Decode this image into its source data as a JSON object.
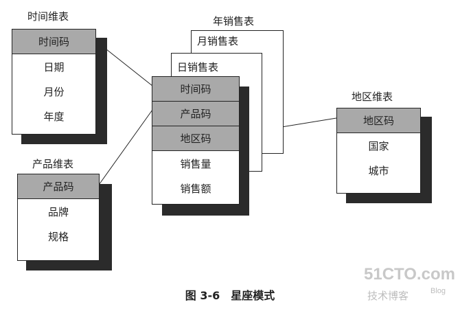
{
  "time_dim": {
    "title": "时间维表",
    "key": "时间码",
    "rows": [
      "日期",
      "月份",
      "年度"
    ]
  },
  "product_dim": {
    "title": "产品维表",
    "key": "产品码",
    "rows": [
      "品牌",
      "规格"
    ]
  },
  "region_dim": {
    "title": "地区维表",
    "key": "地区码",
    "rows": [
      "国家",
      "城市"
    ]
  },
  "fact_stack": {
    "year_title": "年销售表",
    "month_title": "月销售表",
    "day_title": "日销售表",
    "keys": [
      "时间码",
      "产品码",
      "地区码"
    ],
    "measures": [
      "销售量",
      "销售额"
    ]
  },
  "caption": "图 3-6　星座模式",
  "watermark": {
    "site": "51CTO.com",
    "label": "技术博客",
    "blog": "Blog"
  }
}
